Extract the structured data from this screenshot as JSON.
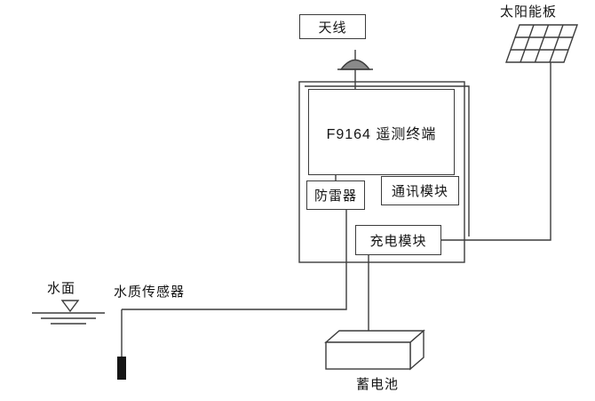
{
  "diagram": {
    "type": "schematic",
    "description_visible_text_only": true,
    "labels": {
      "antenna": "天线",
      "solar_panel": "太阳能板",
      "terminal": "F9164 遥测终端",
      "lightning_arrester": "防雷器",
      "comm_module": "通讯模块",
      "charging_module": "充电模块",
      "water_surface": "水面",
      "water_sensor": "水质传感器",
      "battery": "蓄电池"
    },
    "icons": [
      "antenna-icon",
      "solar-panel-icon",
      "water-surface-icon",
      "sensor-probe-icon",
      "battery-icon"
    ],
    "colors": {
      "line": "#3c3c3c",
      "background": "#ffffff",
      "sensor_fill": "#151515",
      "antenna_dome_fill": "#8a8a8a",
      "text": "#141414"
    }
  }
}
